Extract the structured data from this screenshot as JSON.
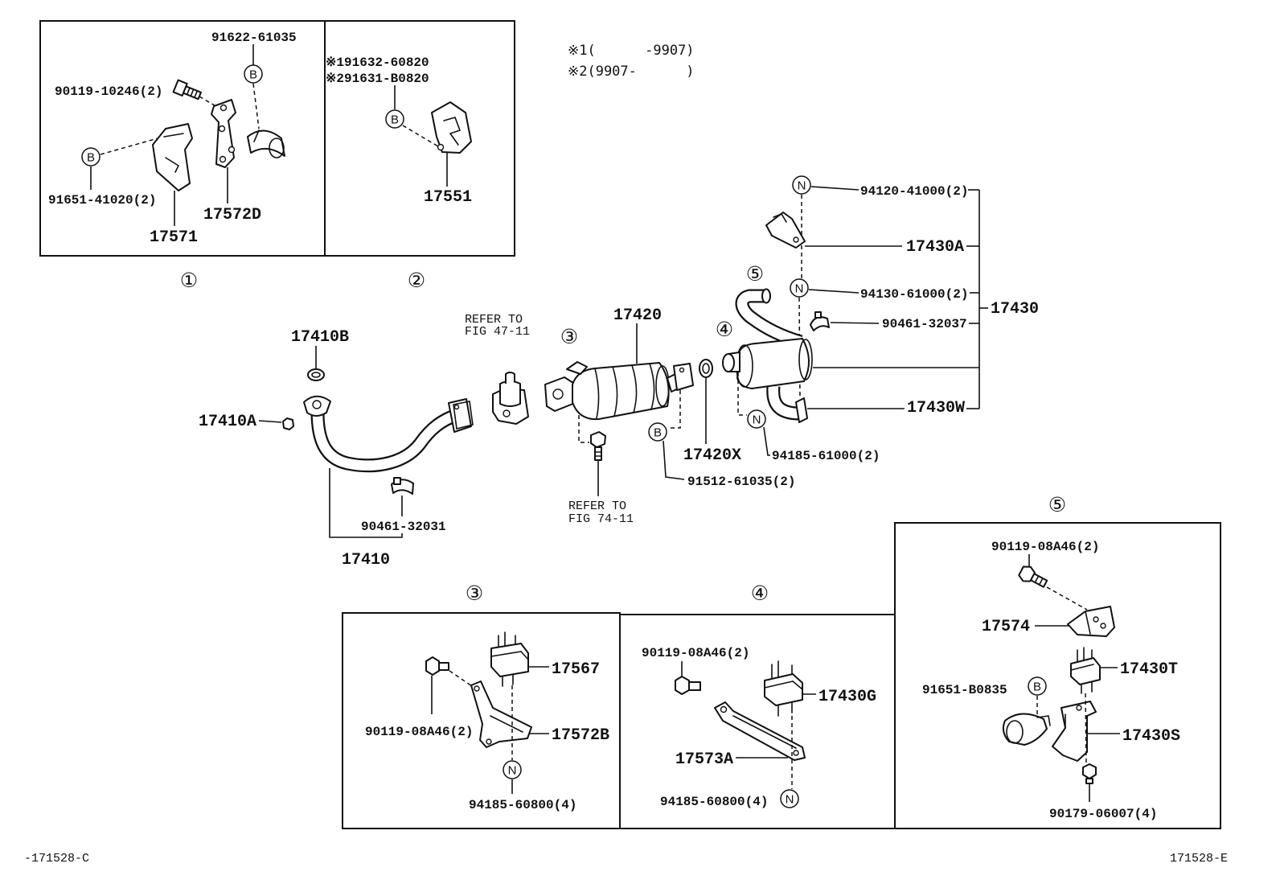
{
  "drawing": {
    "code_left": "-171528-C",
    "code_right": "171528-E",
    "note_1": "※1(      -9907)",
    "note_2": "※2(9907-      )",
    "callout_b": "B",
    "callout_n": "N"
  },
  "markers": [
    "①",
    "②",
    "③",
    "④",
    "⑤"
  ],
  "inset_1": {
    "clamp_bolt": "91622-61035",
    "bolt": "90119-10246(2)",
    "bracket_bolt": "91651-41020(2)",
    "strap": "17572D",
    "bracket": "17571"
  },
  "inset_2": {
    "bolt_1": "※191632-60820",
    "bolt_2": "※291631-B0820",
    "bracket": "17551"
  },
  "main": {
    "front_gasket": "17410B",
    "front_nut": "17410A",
    "front_clamp": "90461-32031",
    "front_pipe": "17410",
    "refer_sensor": [
      "REFER TO",
      "FIG 47-11"
    ],
    "converter": "17420",
    "refer_bolt": [
      "REFER TO",
      "FIG 74-11"
    ],
    "converter_bolt": "91512-61035(2)",
    "converter_gasket": "17420X",
    "hanger_nut_upper": "94120-41000(2)",
    "hanger_upper": "17430A",
    "hanger_nut_mid": "94130-61000(2)",
    "tail_clamp": "90461-32037",
    "tail_pipe_assy": "17430",
    "hanger_rear": "17430W",
    "hanger_nut_rear": "94185-61000(2)"
  },
  "detail_3": {
    "bolt": "90119-08A46(2)",
    "mount": "17567",
    "bracket": "17572B",
    "nut": "94185-60800(4)"
  },
  "detail_4": {
    "bolt": "90119-08A46(2)",
    "mount": "17430G",
    "bracket": "17573A",
    "nut": "94185-60800(4)"
  },
  "detail_5": {
    "bolt": "90119-08A46(2)",
    "bracket": "17574",
    "mount": "17430T",
    "clamp_bolt": "91651-B0835",
    "support": "17430S",
    "nut": "90179-06007(4)"
  }
}
